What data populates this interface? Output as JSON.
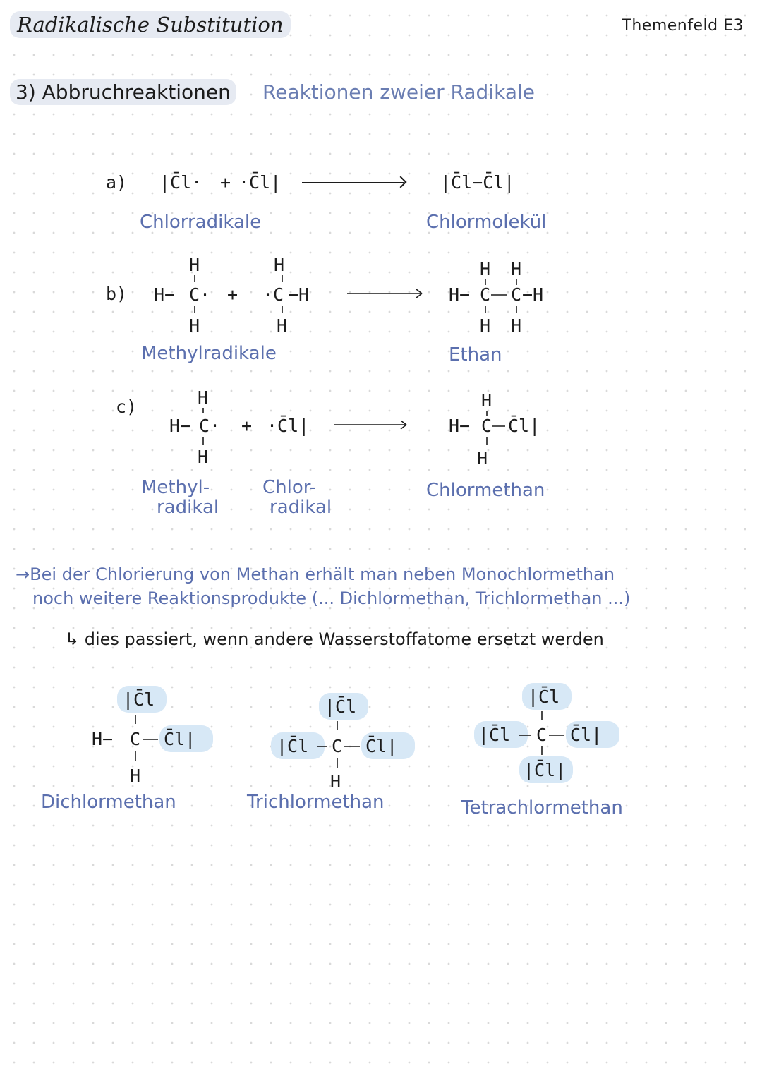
{
  "header": {
    "title": "Radikalische Substitution",
    "topic": "Themenfeld E3"
  },
  "section": {
    "heading": "3) Abbruchreaktionen",
    "subheading": "Reaktionen zweier Radikale"
  },
  "reactions": {
    "a": {
      "marker": "a)",
      "reactant1": "|C̄l·",
      "plus": "+",
      "reactant2": "·C̄l|",
      "product": "|C̄l−C̄l|",
      "reactant_label": "Chlorradikale",
      "product_label": "Chlormolekül"
    },
    "b": {
      "marker": "b)",
      "reactant_label": "Methylradikale",
      "product_label": "Ethan"
    },
    "c": {
      "marker": "c)",
      "reactant_label1_line1": "Methyl-",
      "reactant_label1_line2": "radikal",
      "reactant_label2_line1": "Chlor-",
      "reactant_label2_line2": "radikal",
      "product_label": "Chlormethan"
    }
  },
  "notes": {
    "line1": "→Bei der Chlorierung von Methan erhält man neben Monochlormethan",
    "line2": "noch weitere Reaktionsprodukte (... Dichlormethan, Trichlormethan ...)",
    "line3": "↳ dies passiert, wenn andere Wasserstoffatome ersetzt werden"
  },
  "products": {
    "dichlor": "Dichlormethan",
    "trichlor": "Trichlormethan",
    "tetrachlor": "Tetrachlormethan"
  },
  "atoms": {
    "H": "H",
    "C": "C",
    "Cdot": "C·",
    "dotC": "·C",
    "HC": "H−",
    "CH": "−H",
    "Cl_left": "|C̄l",
    "Cl_right": "C̄l|",
    "Cl_top": "|C̄l",
    "Cl_bottom": "|C̄l|",
    "dotCl": "·C̄l|",
    "plus": "+"
  },
  "colors": {
    "accent": "#5b6fae",
    "highlight": "#d7e8f6",
    "title_bg": "#e6eaf2"
  }
}
